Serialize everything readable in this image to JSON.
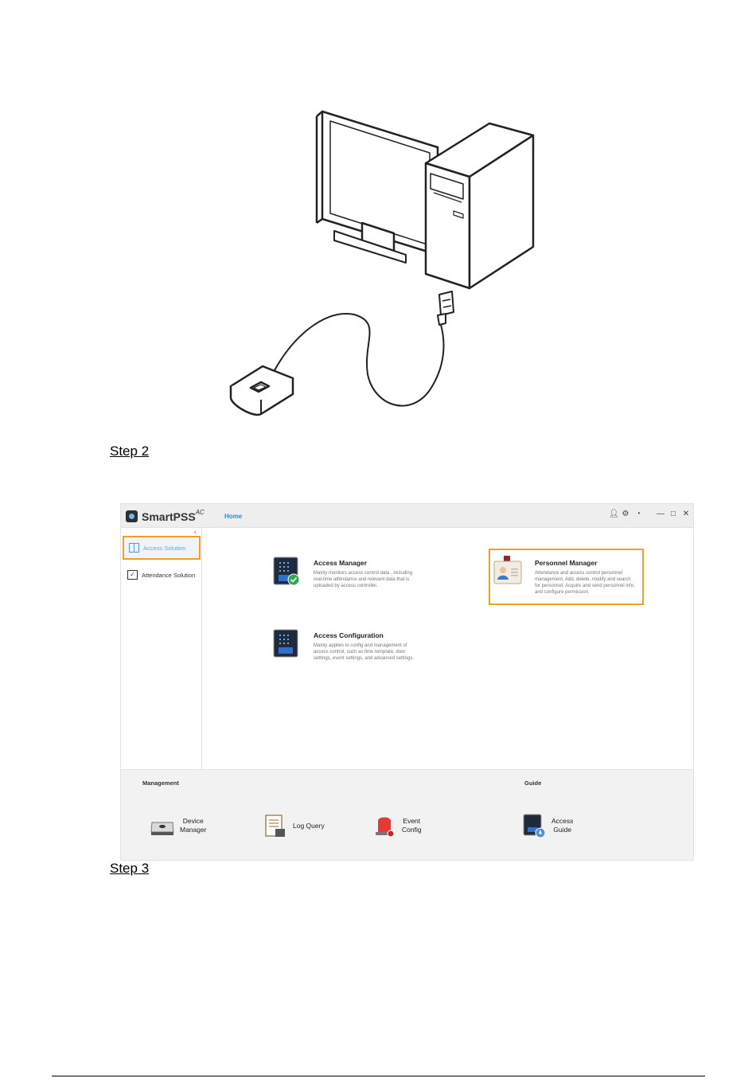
{
  "steps": {
    "step2": "Step 2",
    "step3": "Step 3"
  },
  "app": {
    "brand": "SmartPSS",
    "brand_sup": "AC",
    "home_tab": "Home",
    "window_controls": [
      "user-icon",
      "gear-icon",
      "gauge-icon",
      "minimize-icon",
      "maximize-icon",
      "close-icon"
    ],
    "sidebar": {
      "items": [
        {
          "label": "Access Solution",
          "active": true
        },
        {
          "label": "Attendance Solution",
          "active": false
        }
      ]
    },
    "main": {
      "tiles": [
        {
          "title": "Access Manager",
          "desc": "Mainly monitors access control data , including real-time attendance and relevant data that is uploaded by access controller."
        },
        {
          "title": "Personnel Manager",
          "desc": "Attendance and access control personnel management. Add, delete, modify and search for personnel; Acquire and send personnel info, and configure permission."
        },
        {
          "title": "Access Configuration",
          "desc": "Mainly applies to config and management of access control, such as time template, door settings, event settings, and advanced settings."
        }
      ]
    },
    "bottom": {
      "management_title": "Management",
      "guide_title": "Guide",
      "items": [
        {
          "label": "Device\nManager"
        },
        {
          "label": "Log Query"
        },
        {
          "label": "Event\nConfig"
        },
        {
          "label": "Access\nGuide"
        }
      ]
    }
  },
  "colors": {
    "highlight": "#f0a028",
    "accent": "#2f8fd3"
  }
}
